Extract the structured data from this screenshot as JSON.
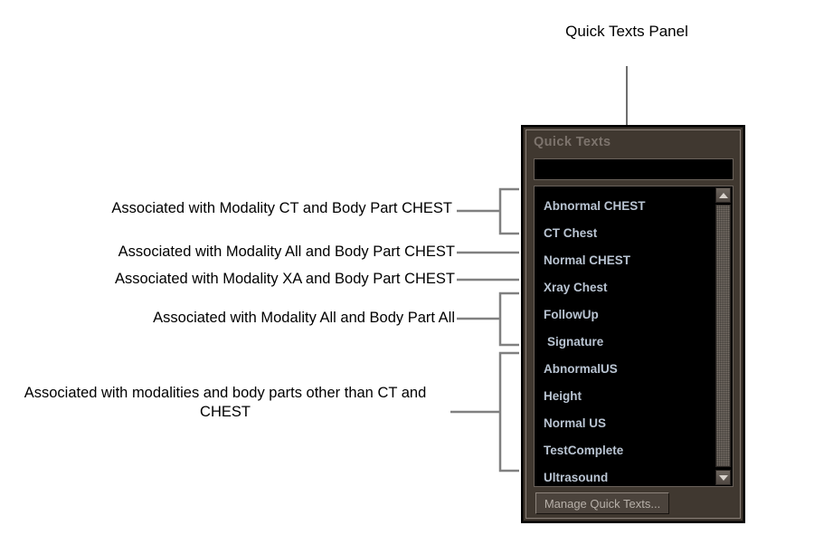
{
  "callout_title": "Quick Texts\nPanel",
  "annotations": [
    {
      "text": "Associated with Modality CT and Body Part CHEST"
    },
    {
      "text": "Associated with Modality All and Body Part CHEST"
    },
    {
      "text": "Associated with Modality XA and Body Part CHEST"
    },
    {
      "text": "Associated with Modality All and Body Part All"
    },
    {
      "text": "Associated with modalities and body parts other than\nCT and CHEST"
    }
  ],
  "panel": {
    "title": "Quick Texts",
    "search": {
      "value": "",
      "placeholder": ""
    },
    "list": {
      "items": [
        {
          "label": "Abnormal CHEST",
          "indent": false
        },
        {
          "label": "CT Chest",
          "indent": false
        },
        {
          "label": "Normal CHEST",
          "indent": false
        },
        {
          "label": "Xray Chest",
          "indent": false
        },
        {
          "label": "FollowUp",
          "indent": false
        },
        {
          "label": "Signature",
          "indent": true
        },
        {
          "label": "AbnormalUS",
          "indent": false
        },
        {
          "label": "Height",
          "indent": false
        },
        {
          "label": "Normal US",
          "indent": false
        },
        {
          "label": "TestComplete",
          "indent": false
        },
        {
          "label": "Ultrasound",
          "indent": false
        }
      ]
    },
    "scrollbar": {
      "up_icon": "triangle-up-icon",
      "down_icon": "triangle-down-icon"
    },
    "manage_button": "Manage Quick Texts..."
  },
  "colors": {
    "page_background": "#ffffff",
    "panel_background": "#403830",
    "panel_border": "#000000",
    "panel_inner_border": "#8a8078",
    "list_background": "#000000",
    "list_text": "#b9c4d2",
    "title_text": "#7c736c",
    "button_face": "#4b433c",
    "button_text": "#b7b0a9",
    "leader_line": "#808080",
    "annotation_text": "#000000"
  }
}
